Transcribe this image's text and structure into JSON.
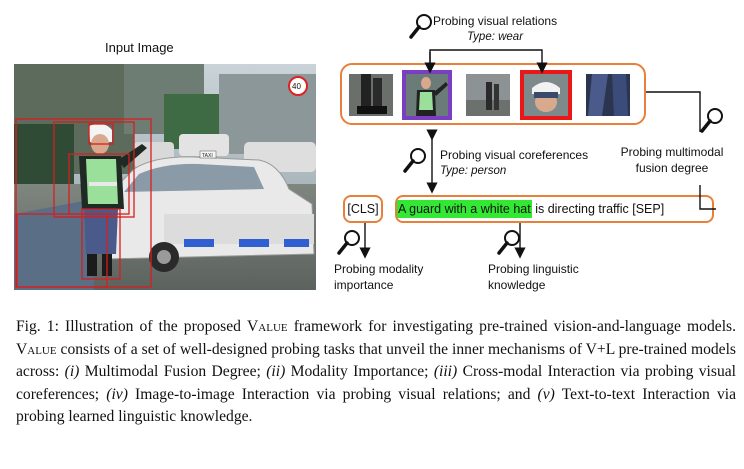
{
  "figure": {
    "input_image_title": "Input Image",
    "photo_sign_number": "40",
    "photo_taxi_sign": "TAXI",
    "probes": {
      "visual_relations": {
        "title": "Probing visual relations",
        "type_label": "Type: wear"
      },
      "coreferences": {
        "title": "Probing visual coreferences",
        "type_label": "Type: person"
      },
      "fusion": {
        "line1": "Probing multimodal",
        "line2": "fusion degree"
      },
      "modality": {
        "line1": "Probing modality",
        "line2": "importance"
      },
      "linguistic": {
        "line1": "Probing linguistic",
        "line2": "knowledge"
      }
    },
    "cls_token": "[CLS]",
    "sentence": {
      "highlighted": "A guard with a white hat",
      "rest": " is directing traffic [SEP]"
    },
    "colors": {
      "box_border": "#e8803a",
      "highlight": "#33e833",
      "person_region_border": "#7a3fc0",
      "hat_region_border": "#e81818",
      "detection_box": "#d61e1e"
    },
    "icons": [
      "magnifier-icon"
    ]
  },
  "caption": {
    "fig_label": "Fig. 1:",
    "p1": " Illustration of the proposed ",
    "value1": "Value",
    "p2": " framework for investigating pre-trained vision-and-language models. ",
    "value2": "Value",
    "p3": " consists of a set of well-designed probing tasks that unveil the inner mechanisms of V+L pre-trained models across: ",
    "i_num": "(i)",
    "i_text": " Multimodal Fusion Degree; ",
    "ii_num": "(ii)",
    "ii_text": " Modality Importance; ",
    "iii_num": "(iii)",
    "iii_text": " Cross-modal Interaction via probing visual coreferences; ",
    "iv_num": "(iv)",
    "iv_text": " Image-to-image Interaction via probing visual relations; and ",
    "v_num": "(v)",
    "v_text": " Text-to-text Interaction via probing learned linguistic knowledge."
  }
}
